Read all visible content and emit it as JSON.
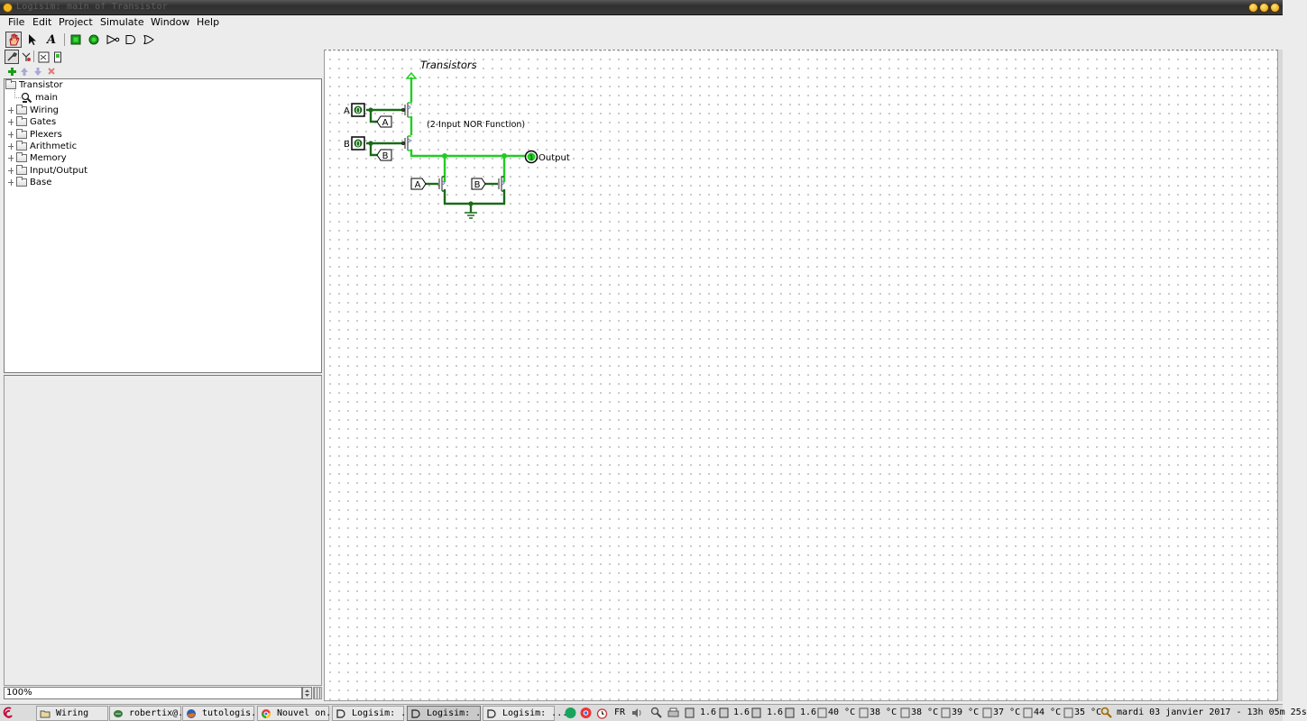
{
  "window": {
    "title": "Logisim: main of Transistor"
  },
  "menu": [
    "File",
    "Edit",
    "Project",
    "Simulate",
    "Window",
    "Help"
  ],
  "toolbar": {
    "tools": [
      "poke-tool",
      "select-tool",
      "text-tool",
      "input-pin",
      "output-pin",
      "not-gate",
      "and-gate",
      "or-gate"
    ],
    "text_tool_label": "A"
  },
  "explorer": {
    "project": "Transistor",
    "circuit": "main",
    "libraries": [
      "Wiring",
      "Gates",
      "Plexers",
      "Arithmetic",
      "Memory",
      "Input/Output",
      "Base"
    ]
  },
  "zoom": "100%",
  "circuit": {
    "title": "Transistors",
    "description": "(2-Input NOR Function)",
    "input_a_label": "A",
    "input_b_label": "B",
    "input_a_value": "0",
    "input_b_value": "0",
    "tunnel_a": "A",
    "tunnel_b": "B",
    "output_label": "Output",
    "output_value": "1",
    "colors": {
      "wire_high": "#22cc22",
      "wire_low": "#006400",
      "wire_dark": "#1a6b1a"
    }
  },
  "taskbar": {
    "tasks": [
      {
        "label": "Wiring",
        "icon": "folder-icon"
      },
      {
        "label": "robertix@...",
        "icon": "terminal-icon"
      },
      {
        "label": "tutologis...",
        "icon": "firefox-icon"
      },
      {
        "label": "Nouvel on...",
        "icon": "chrome-icon"
      },
      {
        "label": "Logisim: ...",
        "icon": "logisim-icon"
      },
      {
        "label": "Logisim: ...",
        "icon": "logisim-icon"
      },
      {
        "label": "Logisim: ...",
        "icon": "logisim-icon"
      }
    ],
    "keyboard_layout": "FR",
    "cpu_freqs": [
      "1.6",
      "1.6",
      "1.6",
      "1.6"
    ],
    "temps": [
      "40 °C",
      "38 °C",
      "38 °C",
      "39 °C",
      "37 °C",
      "44 °C",
      "35 °C"
    ],
    "clock": "mardi 03 janvier 2017 - 13h 05m 25s"
  }
}
